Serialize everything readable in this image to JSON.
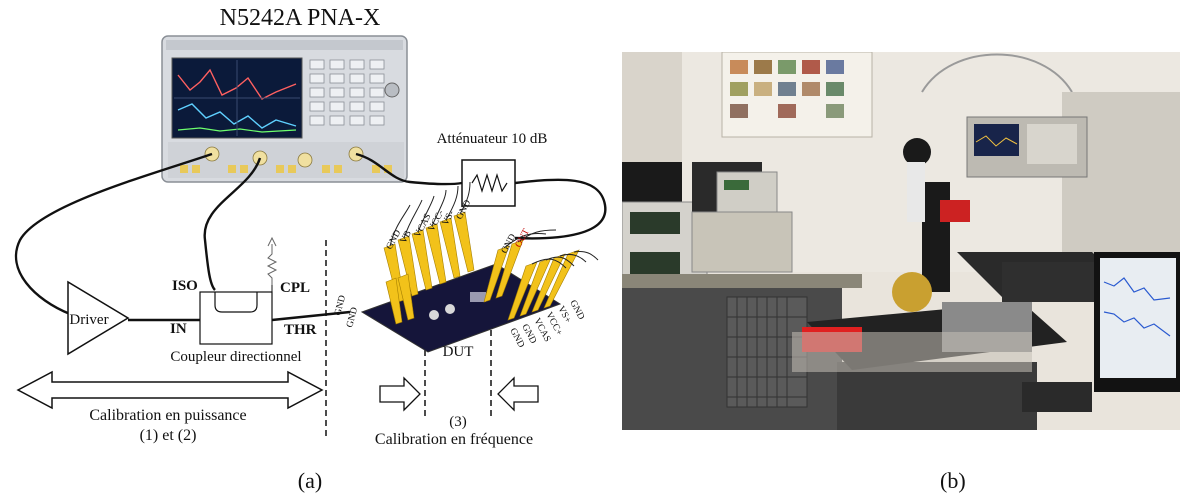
{
  "panel_a": {
    "title": "N5242A PNA-X",
    "attenuator": "Atténuateur 10 dB",
    "driver": "Driver",
    "coupler": {
      "name": "Coupleur directionnel",
      "iso": "ISO",
      "cpl": "CPL",
      "in": "IN",
      "thr": "THR"
    },
    "dut": "DUT",
    "pins_top": [
      "GND",
      "VB",
      "VCAS",
      "VCC-",
      "VS-",
      "GND"
    ],
    "pins_right_top": [
      "GND",
      "OUT"
    ],
    "pins_right_bottom": [
      "GND",
      "GND",
      "VCAS",
      "VCC+",
      "VS+",
      "GND"
    ],
    "pins_left": [
      "GND",
      "GND"
    ],
    "power_calib": [
      "Calibration en puissance",
      "(1) et (2)"
    ],
    "freq_calib": [
      "(3)",
      "Calibration en fréquence"
    ],
    "caption": "(a)"
  },
  "panel_b": {
    "caption": "(b)"
  }
}
